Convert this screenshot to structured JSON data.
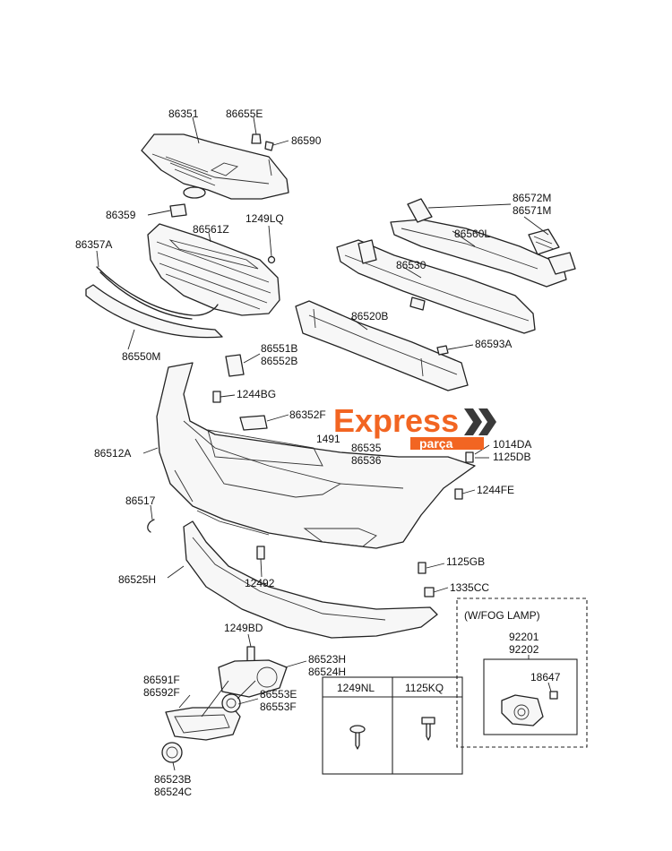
{
  "labels": {
    "l86351": "86351",
    "l86655E": "86655E",
    "l86590": "86590",
    "l86359": "86359",
    "l86561Z": "86561Z",
    "l1249LQ": "1249LQ",
    "l86357A": "86357A",
    "l86550M": "86550M",
    "l86572M": "86572M",
    "l86571M": "86571M",
    "l86560L": "86560L",
    "l86530": "86530",
    "l86520B": "86520B",
    "l86593A": "86593A",
    "l86551B": "86551B",
    "l86552B": "86552B",
    "l1244BG": "1244BG",
    "l86352F": "86352F",
    "l1491": "1491",
    "l86535": "86535",
    "l86536": "86536",
    "l1014DA": "1014DA",
    "l1125DB": "1125DB",
    "l86512A": "86512A",
    "l1244FE": "1244FE",
    "l86517": "86517",
    "l1125GB": "1125GB",
    "l86525H": "86525H",
    "l12492": "12492",
    "l1335CC": "1335CC",
    "l1249BD": "1249BD",
    "l86523H": "86523H",
    "l86524H": "86524H",
    "l86591F": "86591F",
    "l86592F": "86592F",
    "l86553E": "86553E",
    "l86553F": "86553F",
    "l86523B": "86523B",
    "l86524C": "86524C",
    "fog_title": "(W/FOG LAMP)",
    "l92201": "92201",
    "l92202": "92202",
    "l18647": "18647"
  },
  "fastener_table": {
    "col1": "1249NL",
    "col2": "1125KQ"
  },
  "watermark": {
    "brand": "Express",
    "sub": "parça",
    "brand_color": "#f26522",
    "arrow_color": "#3a3a3a"
  }
}
